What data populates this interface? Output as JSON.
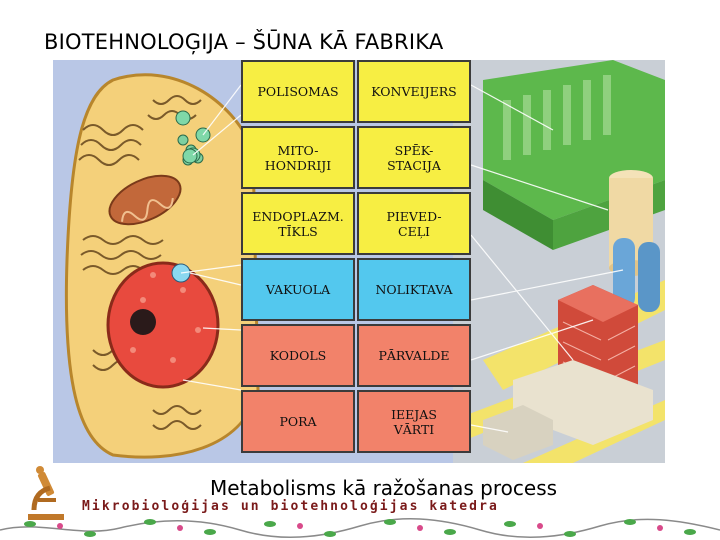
{
  "title": "BIOTEHNOLOĢIJA – ŠŪNA KĀ FABRIKA",
  "caption": "Metabolisms kā ražošanas process",
  "footer": {
    "department": "Mikrobioloģijas un biotehnoloģijas katedra"
  },
  "icons": {
    "logo": "microscope-icon",
    "decoration": "vine-border"
  },
  "colors": {
    "yellow": "#f7ee43",
    "cyan": "#53c8ee",
    "salmon": "#f2826a",
    "cell": "#f4d07a",
    "nucleus": "#e84a3e"
  },
  "pairs": [
    {
      "cell": "POLISOMAS",
      "factory": "KONVEIJERS",
      "color": "yellow"
    },
    {
      "cell": "MITO-\nHONDRIJI",
      "factory": "SPĒK-\nSTACIJA",
      "color": "yellow"
    },
    {
      "cell": "ENDOPLAZM.\nTĪKLS",
      "factory": "PIEVED-\nCEĻI",
      "color": "yellow"
    },
    {
      "cell": "VAKUOLA",
      "factory": "NOLIKTAVA",
      "color": "cyan"
    },
    {
      "cell": "KODOLS",
      "factory": "PĀRVALDE",
      "color": "salmon"
    },
    {
      "cell": "PORA",
      "factory": "IEEJAS\nVĀRTI",
      "color": "salmon"
    }
  ]
}
